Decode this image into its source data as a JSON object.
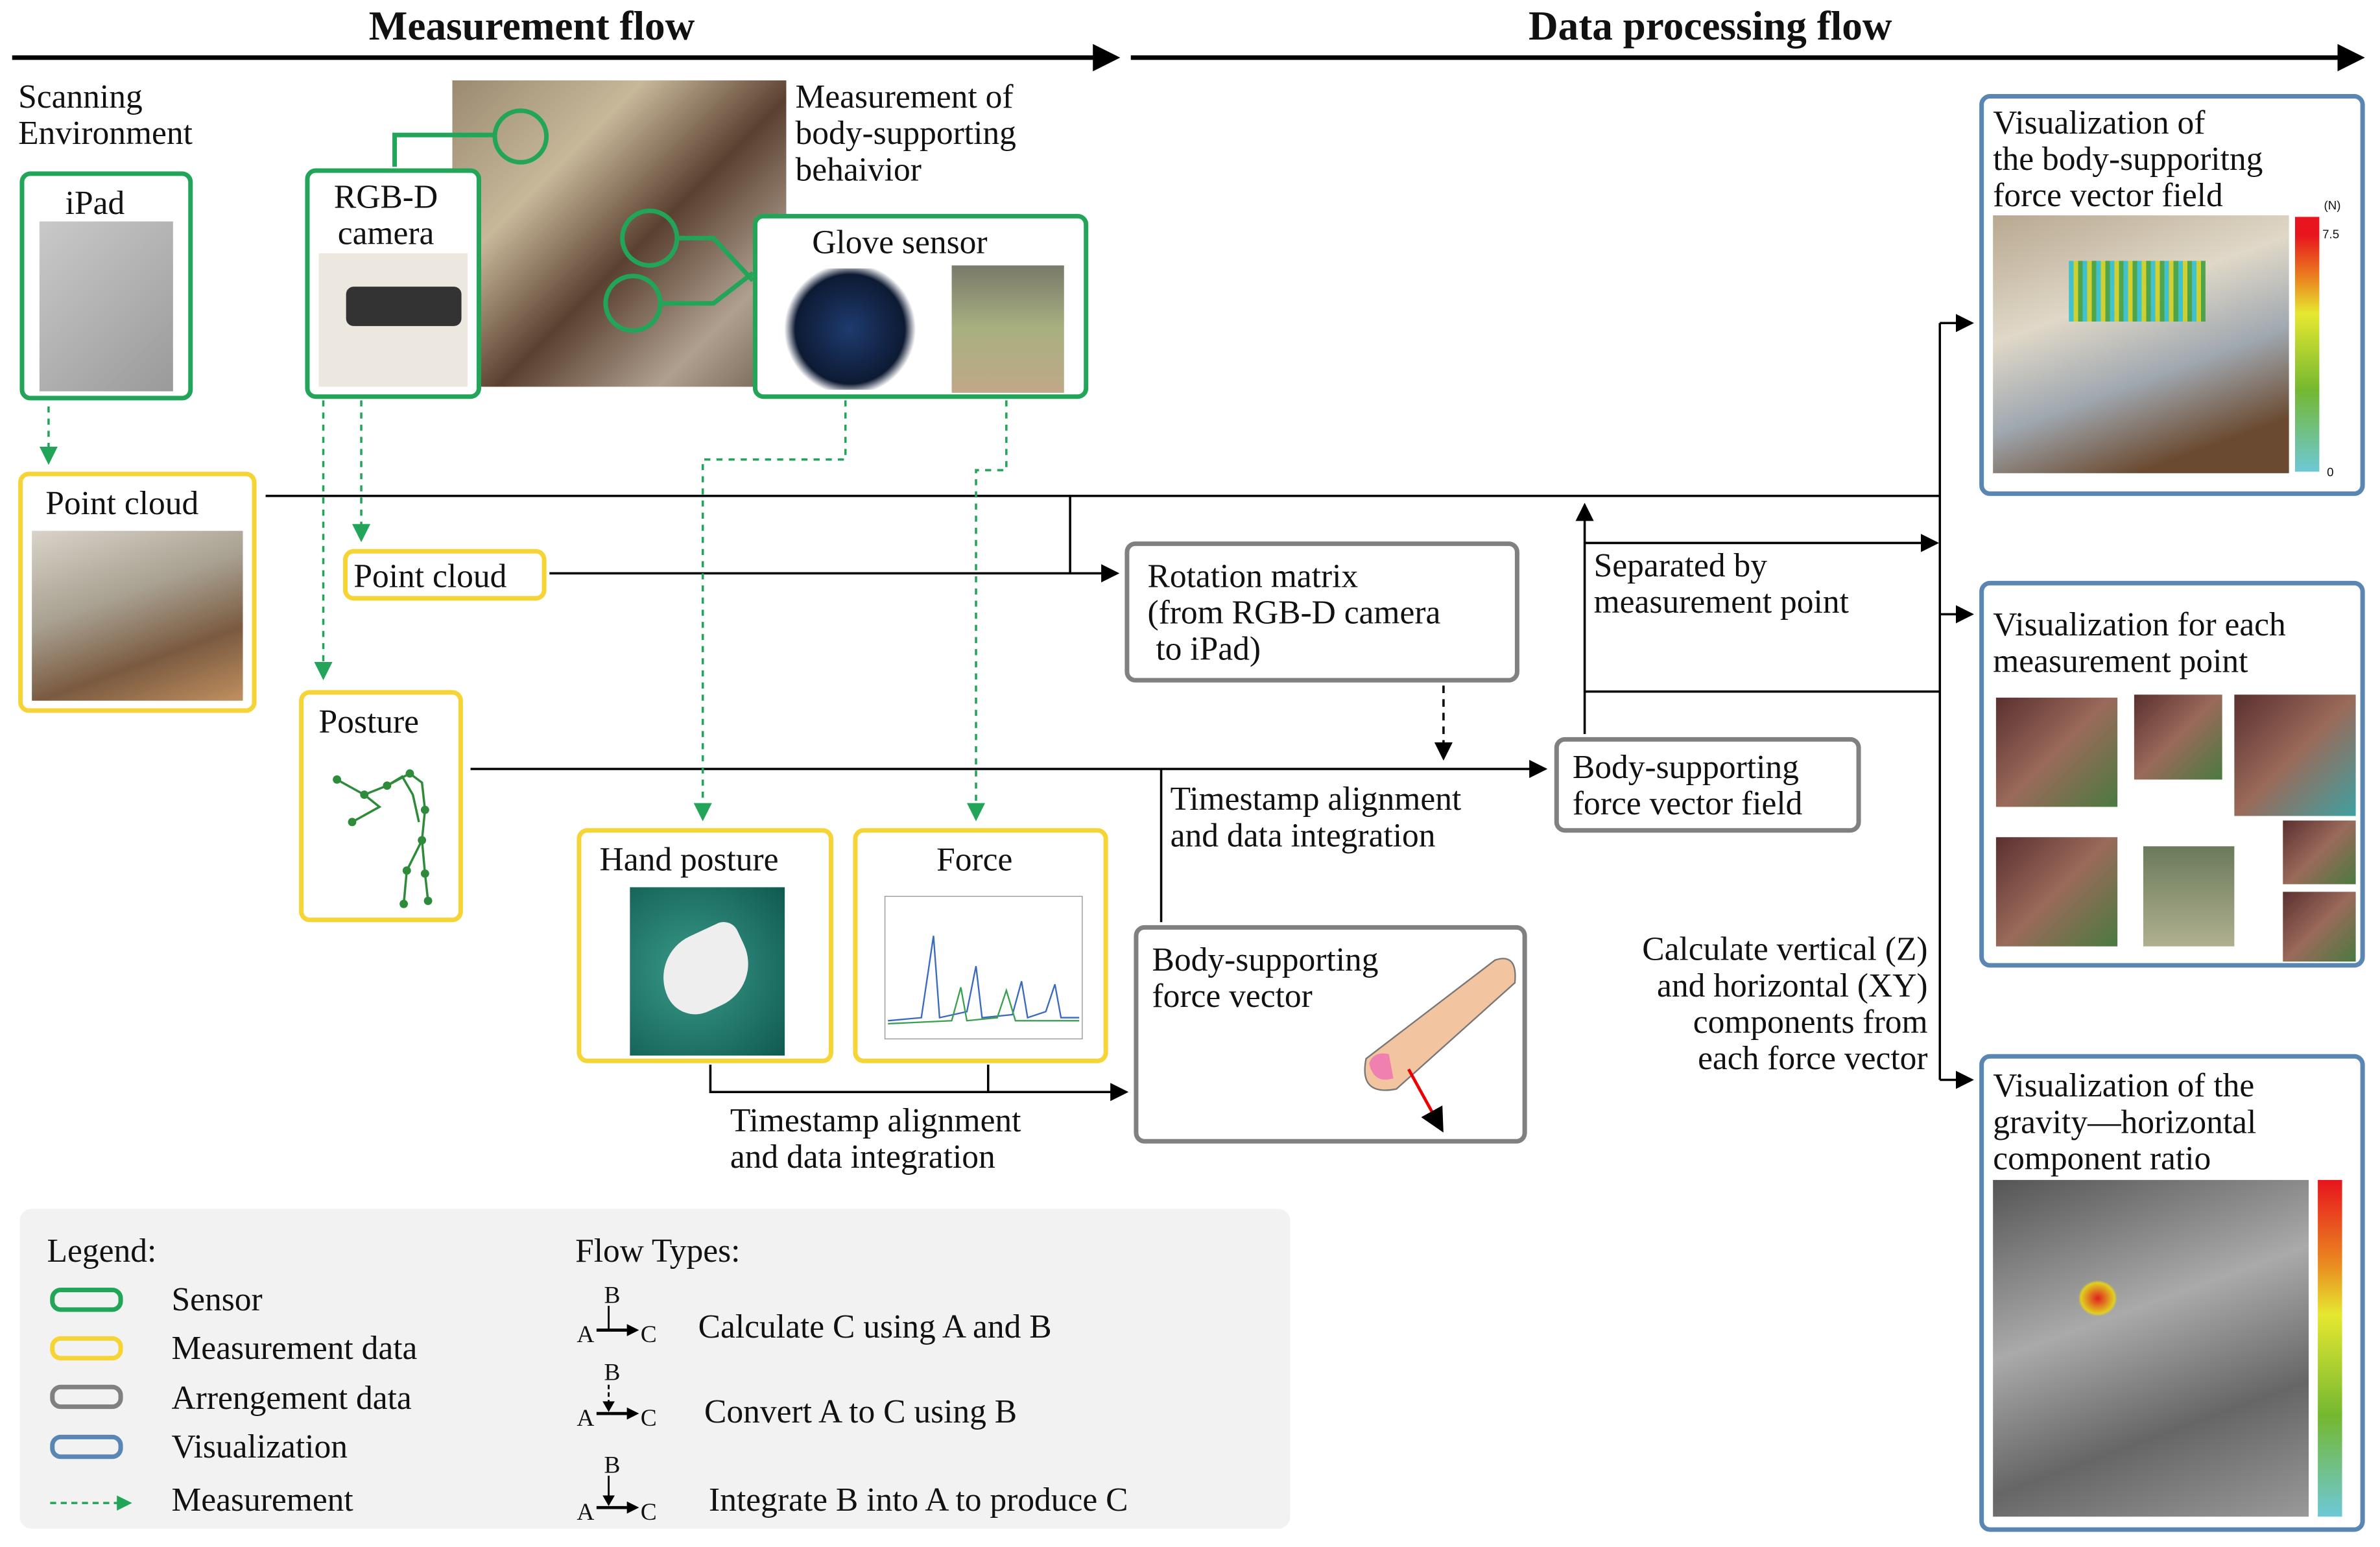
{
  "headers": {
    "measurement": "Measurement flow",
    "processing": "Data processing flow"
  },
  "scanning_env": "Scanning\nEnvironment",
  "measurement_of": "Measurement of\nbody-supporting\nbehaivior",
  "sensors": {
    "ipad": "iPad",
    "rgbd": "RGB-D\ncamera",
    "glove": "Glove sensor"
  },
  "measurement_data": {
    "point_cloud_main": "Point cloud",
    "point_cloud_cam": "Point cloud",
    "posture": "Posture",
    "hand_posture": "Hand posture",
    "force": "Force"
  },
  "arrangement": {
    "rotation": "Rotation matrix\n(from RGB-D camera\n to iPad)",
    "force_vector": "Body-supporting\nforce vector",
    "field": "Body-supporting\nforce vector field"
  },
  "annotations": {
    "ts1": "Timestamp alignment\nand data integration",
    "ts2": "Timestamp alignment\nand data integration",
    "separated": "Separated by\nmeasurement point",
    "calc": "Calculate vertical (Z)\nand horizontal (XY)\ncomponents from\neach force vector"
  },
  "visualizations": {
    "v1": "Visualization of\nthe body-supporitng\nforce vector field",
    "v1_colorbar": {
      "unit": "(N)",
      "max": "7.5",
      "min": "0"
    },
    "v2": "Visualization for each\nmeasurement point",
    "v3": "Visualization of the\ngravity—horizontal\ncomponent ratio"
  },
  "legend": {
    "title": "Legend:",
    "items": [
      {
        "label": "Sensor",
        "color": "#22a559"
      },
      {
        "label": "Measurement data",
        "color": "#f7d436"
      },
      {
        "label": "Arrengement data",
        "color": "#808080"
      },
      {
        "label": "Visualization",
        "color": "#5a86b3"
      },
      {
        "label": "Measurement",
        "color": "#22a559"
      }
    ],
    "flow_title": "Flow Types:",
    "flows": [
      {
        "a": "A",
        "b": "B",
        "c": "C",
        "label": "Calculate C using A and B"
      },
      {
        "a": "A",
        "b": "B",
        "c": "C",
        "label": "Convert A to C using B"
      },
      {
        "a": "A",
        "b": "B",
        "c": "C",
        "label": "Integrate B into A to produce C"
      }
    ]
  }
}
